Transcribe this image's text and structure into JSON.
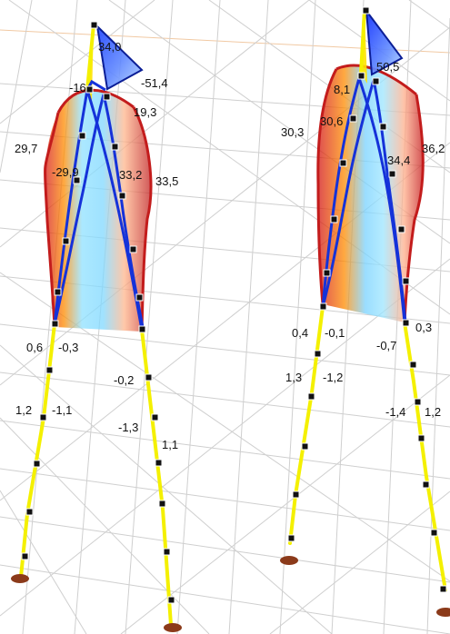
{
  "labels": {
    "left_top_1": "34,0",
    "left_top_2": "-51,4",
    "left_top_3": "-16",
    "left_top_4": "19,3",
    "left_mid_1": "29,7",
    "left_mid_2": "-29,9",
    "left_mid_3": "33,2",
    "left_mid_4": "33,5",
    "left_low_1": "0,6",
    "left_low_2": "-0,3",
    "left_low_3": "-0,2",
    "left_low_4": "1,2",
    "left_low_5": "-1,1",
    "left_low_6": "-1,3",
    "left_low_7": "1,1",
    "right_top_1": "50,5",
    "right_top_2": "8,1",
    "right_top_3": "30,3",
    "right_top_4": "30,6",
    "right_top_5": "36,2",
    "right_top_6": "34,4",
    "right_low_1": "0,4",
    "right_low_2": "-0,1",
    "right_low_3": "0,3",
    "right_low_4": "-0,7",
    "right_low_5": "1,3",
    "right_low_6": "-1,2",
    "right_low_7": "-1,4",
    "right_low_8": "1,2"
  },
  "colors": {
    "grid": "#cfcfcf",
    "axis": "#f1c9a3",
    "yellow": "#f4f000",
    "blue": "#1532d9",
    "red": "#c31c1c",
    "support": "#8b3a1a"
  }
}
